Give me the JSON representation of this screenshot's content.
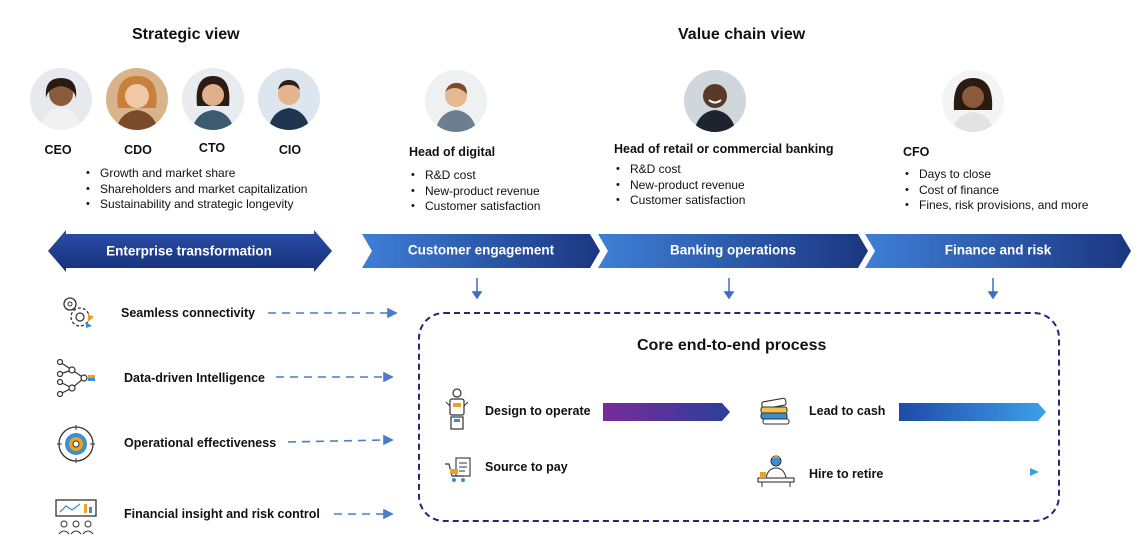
{
  "headings": {
    "strategic": "Strategic view",
    "value_chain": "Value chain view"
  },
  "strategic_roles": [
    {
      "label": "CEO"
    },
    {
      "label": "CDO"
    },
    {
      "label": "CTO"
    },
    {
      "label": "CIO"
    }
  ],
  "strategic_bullets": [
    "Growth and market share",
    "Shareholders and market capitalization",
    "Sustainability and strategic longevity"
  ],
  "value_roles": [
    {
      "label": "Head of digital",
      "bullets": [
        "R&D cost",
        "New-product revenue",
        "Customer satisfaction"
      ]
    },
    {
      "label": "Head of retail or commercial banking",
      "bullets": [
        "R&D cost",
        "New-product revenue",
        "Customer satisfaction"
      ]
    },
    {
      "label": "CFO",
      "bullets": [
        "Days to close",
        "Cost of finance",
        "Fines, risk provisions, and more"
      ]
    }
  ],
  "bars": {
    "enterprise": "Enterprise transformation",
    "customer": "Customer engagement",
    "banking": "Banking operations",
    "finance": "Finance and risk"
  },
  "capabilities": [
    {
      "label": "Seamless connectivity",
      "icon": "gears-icon"
    },
    {
      "label": "Data-driven Intelligence",
      "icon": "network-tree-icon"
    },
    {
      "label": "Operational effectiveness",
      "icon": "target-icon"
    },
    {
      "label": "Financial insight and risk control",
      "icon": "dashboard-board-icon"
    }
  ],
  "core": {
    "title": "Core end-to-end process",
    "processes": [
      {
        "label": "Design to operate",
        "icon": "robot-icon"
      },
      {
        "label": "Lead to cash",
        "icon": "money-stack-icon"
      },
      {
        "label": "Source to pay",
        "icon": "cart-document-icon"
      },
      {
        "label": "Hire to retire",
        "icon": "person-desk-icon"
      }
    ]
  },
  "colors": {
    "bar_dark": "#1d3a8a",
    "bar_light": "#3b77d0",
    "purple": "#6a2a9a",
    "blue_arrow": "#2f6bc2",
    "dashed": "#4a7cc8"
  }
}
